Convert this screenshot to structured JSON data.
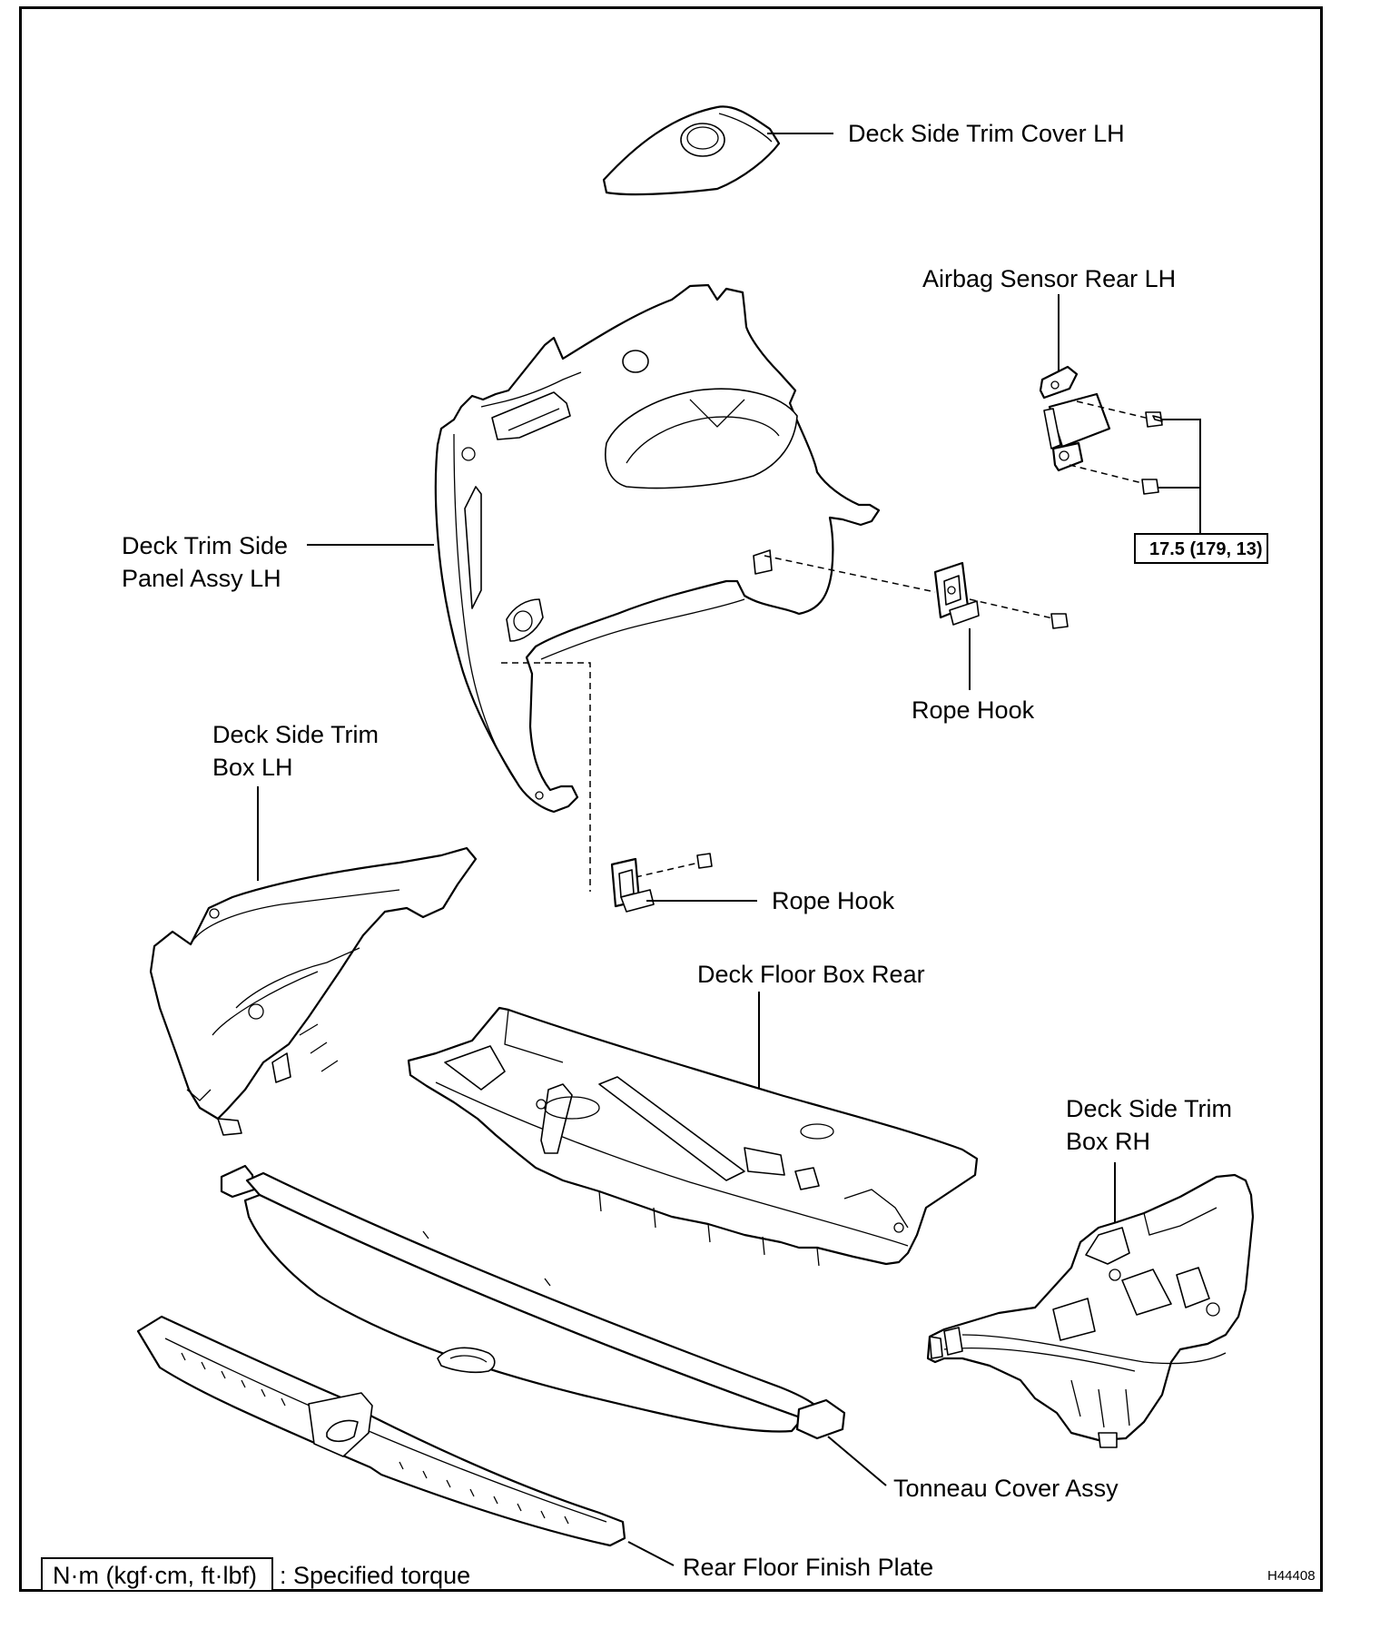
{
  "labels": {
    "deck_side_trim_cover_lh": "Deck Side Trim Cover LH",
    "airbag_sensor_rear_lh": "Airbag Sensor Rear LH",
    "deck_trim_side_panel_line1": "Deck Trim Side",
    "deck_trim_side_panel_line2": "Panel Assy LH",
    "rope_hook_right": "Rope Hook",
    "rope_hook_lower": "Rope Hook",
    "deck_side_trim_box_lh_line1": "Deck Side Trim",
    "deck_side_trim_box_lh_line2": "Box LH",
    "deck_floor_box_rear": "Deck Floor Box Rear",
    "deck_side_trim_box_rh_line1": "Deck Side Trim",
    "deck_side_trim_box_rh_line2": "Box RH",
    "tonneau_cover_assy": "Tonneau Cover Assy",
    "rear_floor_finish_plate": "Rear Floor Finish Plate"
  },
  "torque_spec": "17.5 (179, 13)",
  "legend": {
    "unit_box": "N·m (kgf·cm, ft·lbf)",
    "description": ": Specified torque"
  },
  "figure_code": "H44408"
}
